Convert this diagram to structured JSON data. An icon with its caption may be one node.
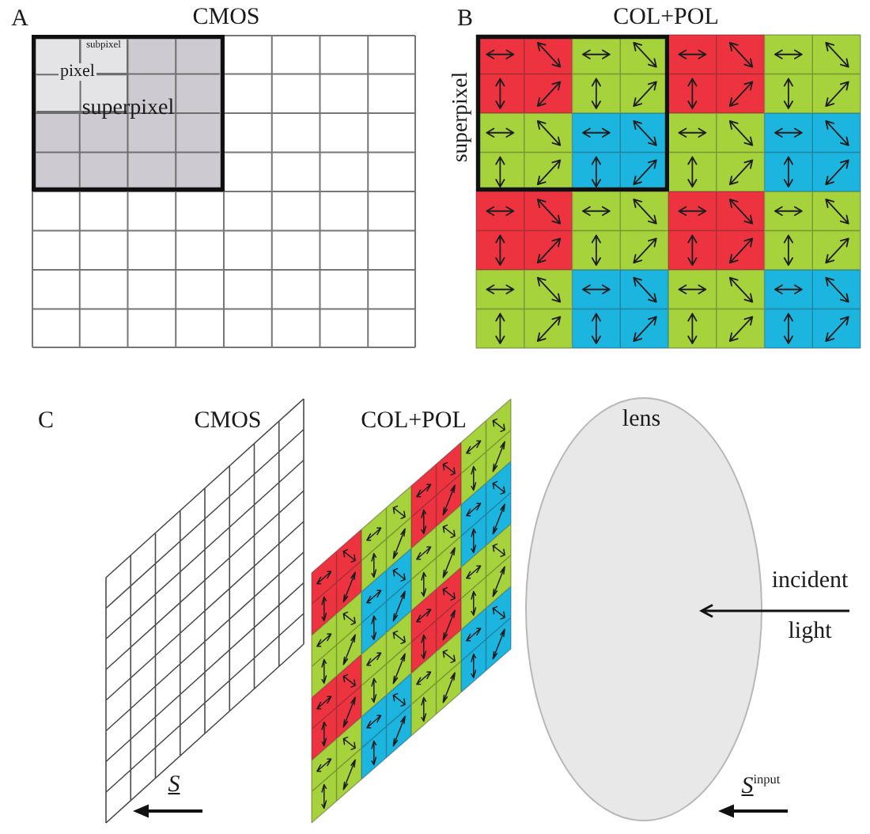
{
  "diagram": {
    "nodes": [
      {
        "text": [
          "CMOS"
        ]
      },
      {
        "text": [
          "superpixel"
        ],
        "in": 0
      },
      {
        "text": [
          "pixel"
        ],
        "in": 1
      },
      {
        "text": [
          "subpixel"
        ],
        "in": 2
      },
      {
        "text": [
          "COL+POL"
        ]
      },
      {
        "text": [
          "superpixel"
        ],
        "in": 4
      },
      {
        "text": [
          "CMOS"
        ]
      },
      {
        "text": [
          "COL+POL"
        ]
      },
      {
        "text": [
          "lens"
        ]
      }
    ],
    "labels": [
      "A",
      "B",
      "C",
      "incident",
      "light",
      "S",
      "S$^{input}$"
    ]
  }
}
